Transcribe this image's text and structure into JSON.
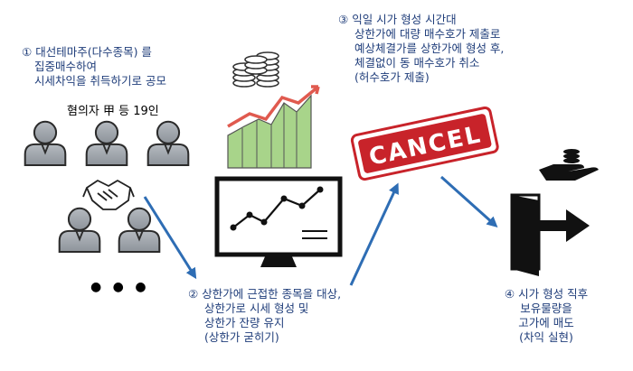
{
  "step1": {
    "marker": "①",
    "lines": [
      "대선테마주(다수종목) 를",
      "집중매수하여",
      "시세차익을 취득하기로 공모"
    ]
  },
  "group_label": "혐의자 甲 등 19인",
  "ellipsis": "● ● ●",
  "step2": {
    "marker": "②",
    "lines": [
      "상한가에 근접한 종목을 대상,",
      "상한가로 시세 형성 및",
      "상한가 잔량 유지",
      "(상한가 굳히기)"
    ]
  },
  "step3": {
    "marker": "③",
    "lines": [
      "익일 시가 형성 시간대",
      "상한가에 대량 매수호가 제출로",
      "예상체결가를 상한가에 형성 후,",
      "체결없이 동 매수호가 취소",
      "(허수호가 제출)"
    ]
  },
  "cancel_stamp": "CANCEL",
  "step4": {
    "marker": "④",
    "lines": [
      "시가 형성 직후",
      "보유물량을",
      "고가에 매도",
      "(차익 실현)"
    ]
  },
  "colors": {
    "text_blue": "#1f3d7a",
    "arrow_blue": "#2e6db4",
    "person_gray": "#9aa0a6",
    "bar_green": "#a8d48a",
    "line_red": "#e05a4f",
    "stamp_red": "#c8232a"
  }
}
